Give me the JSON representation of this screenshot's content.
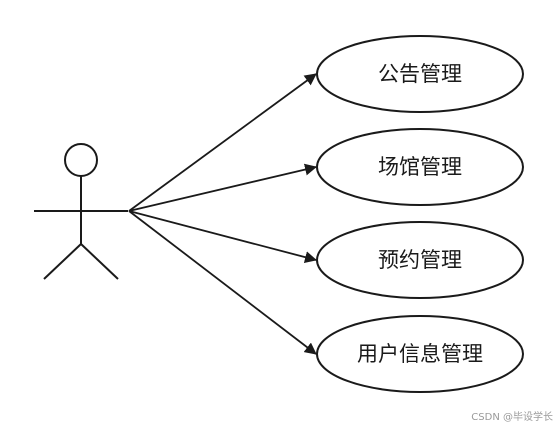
{
  "use_cases": [
    {
      "id": "announcement",
      "label": "公告管理"
    },
    {
      "id": "venue",
      "label": "场馆管理"
    },
    {
      "id": "reservation",
      "label": "预约管理"
    },
    {
      "id": "user-info",
      "label": "用户信息管理"
    }
  ],
  "watermark": "CSDN @毕设学长",
  "colors": {
    "stroke": "#1a1a1a",
    "text": "#1a1a1a",
    "watermark": "#9a9a9a",
    "background": "#ffffff"
  }
}
